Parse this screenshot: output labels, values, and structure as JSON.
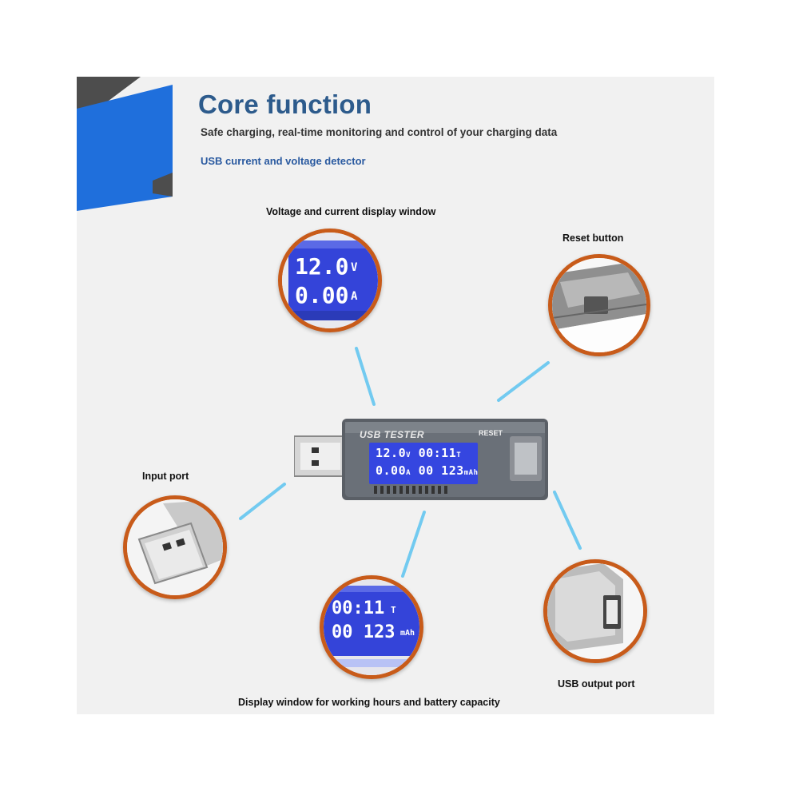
{
  "header": {
    "title": "Core function",
    "subtitle": "Safe charging, real-time monitoring and control of your charging data",
    "product": "USB current and voltage detector"
  },
  "callouts": {
    "display_window": "Voltage and current display window",
    "reset_button": "Reset button",
    "input_port": "Input port",
    "output_port": "USB output port",
    "time_capacity_window": "Display window for working hours and battery capacity"
  },
  "device": {
    "brand": "USB TESTER",
    "reset_label": "RESET",
    "voltage": "12.0",
    "voltage_unit": "V",
    "current": "0.00",
    "current_unit": "A",
    "time": "00:11",
    "time_unit": "T",
    "capacity": "00 123",
    "capacity_unit": "mAh"
  },
  "colors": {
    "title": "#2d5b8c",
    "accent_blue": "#1f6fdc",
    "ring": "#c85b1a",
    "lcd": "#3546e0"
  }
}
